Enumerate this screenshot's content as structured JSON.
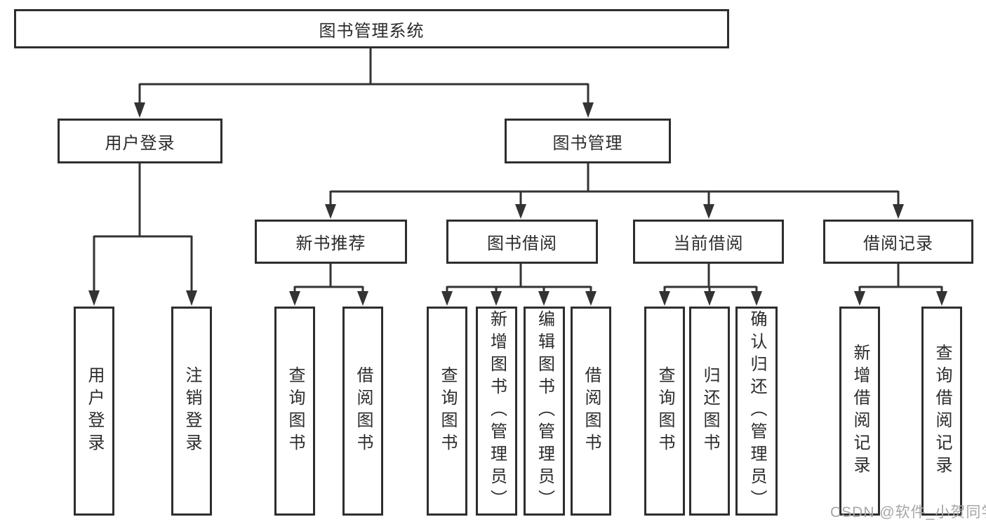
{
  "diagram": {
    "root": {
      "label": "图书管理系统"
    },
    "user_login": {
      "label": "用户登录",
      "children": [
        {
          "label": "用户登录"
        },
        {
          "label": "注销登录"
        }
      ]
    },
    "book_management": {
      "label": "图书管理",
      "sections": [
        {
          "label": "新书推荐",
          "children": [
            {
              "label": "查询图书"
            },
            {
              "label": "借阅图书"
            }
          ]
        },
        {
          "label": "图书借阅",
          "children": [
            {
              "label": "查询图书"
            },
            {
              "label": "新增图书（管理员）"
            },
            {
              "label": "编辑图书（管理员）"
            },
            {
              "label": "借阅图书"
            }
          ]
        },
        {
          "label": "当前借阅",
          "children": [
            {
              "label": "查询图书"
            },
            {
              "label": "归还图书"
            },
            {
              "label": "确认归还（管理员）"
            }
          ]
        },
        {
          "label": "借阅记录",
          "children": [
            {
              "label": "新增借阅记录"
            },
            {
              "label": "查询借阅记录"
            }
          ]
        }
      ]
    }
  },
  "watermark": {
    "text": "CSDN @软件_小贺同学"
  },
  "colors": {
    "line": "#333333",
    "box_border": "#2e2e2e",
    "text": "#2b2b2b",
    "background": "#ffffff",
    "watermark": "#a6a6a6"
  }
}
